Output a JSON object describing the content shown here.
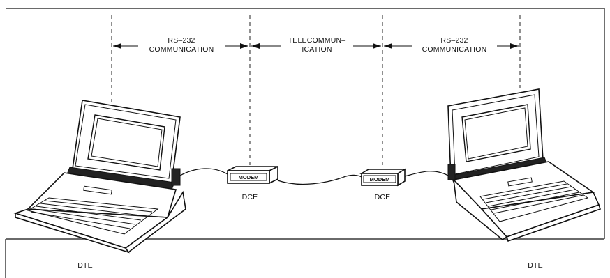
{
  "segments": {
    "left": {
      "line1": "RS–232",
      "line2": "COMMUNICATION"
    },
    "middle": {
      "line1": "TELECOMMUN–",
      "line2": "ICATION"
    },
    "right": {
      "line1": "RS–232",
      "line2": "COMMUNICATION"
    }
  },
  "modems": {
    "left": {
      "label": "MODEM",
      "caption": "DCE"
    },
    "right": {
      "label": "MODEM",
      "caption": "DCE"
    }
  },
  "terminals": {
    "left": {
      "caption": "DTE"
    },
    "right": {
      "caption": "DTE"
    }
  }
}
